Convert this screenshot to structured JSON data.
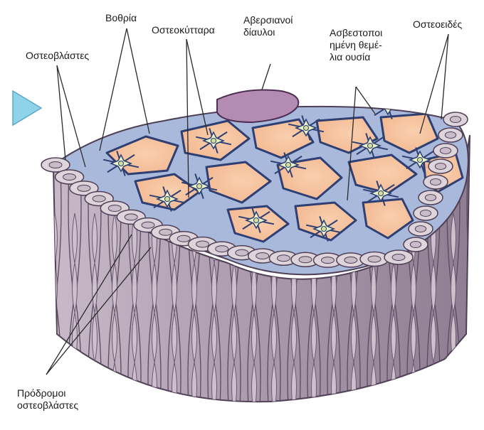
{
  "labels": {
    "osteoblasts": "Οστεοβλάστες",
    "pits": "Βοθρία",
    "osteocytes": "Οστεοκύτταρα",
    "haversian_line1": "Αβερσιανοί",
    "haversian_line2": "δίαυλοι",
    "calcified_line1": "Ασβεστοποι",
    "calcified_line2": "ημένη θεμέ-",
    "calcified_line3": "λια ουσία",
    "osteoid": "Οστεοειδές",
    "precursors_line1": "Πρόδρομοι",
    "precursors_line2": "οστεοβλάστες"
  },
  "colors": {
    "stroma": "#b8a9ba",
    "stroma_dark": "#7d6a80",
    "matrix": "#f6c9a8",
    "osteoid": "#a8b9dc",
    "lacuna_border": "#2e3f73",
    "cell": "#e9f2c6",
    "canal": "#b48cb3",
    "blue_pointer": "#8fd3ea"
  }
}
